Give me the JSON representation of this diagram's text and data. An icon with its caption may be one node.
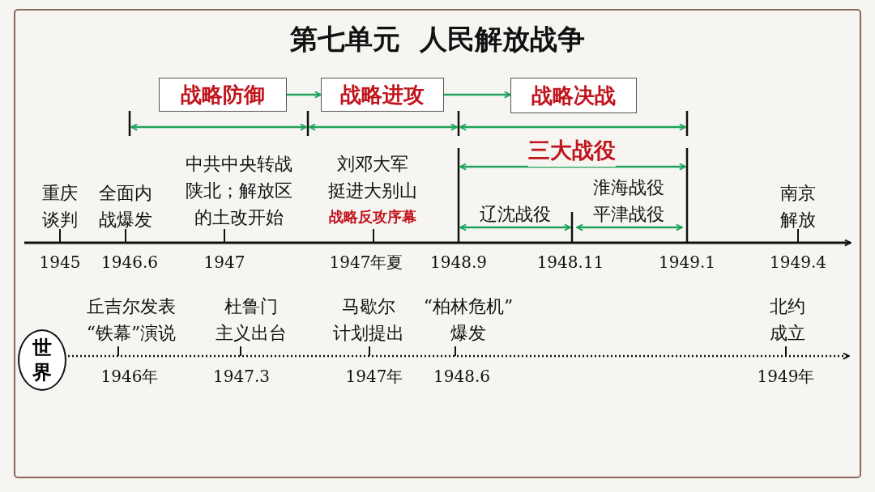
{
  "diagram": {
    "title": "第七单元  人民解放战争",
    "nodes": [
      {
        "text": [
          "战略防御"
        ]
      },
      {
        "text": [
          "战略进攻"
        ]
      },
      {
        "text": [
          "战略决战"
        ]
      },
      {
        "text": [
          "世界"
        ]
      }
    ],
    "edges": [
      {
        "from": 0,
        "to": 1,
        "arrow": "to"
      },
      {
        "from": 1,
        "to": 2,
        "arrow": "to"
      }
    ],
    "labels": [
      "三大战役",
      "重庆谈判",
      "全面内战爆发",
      "中共中央转战陕北；解放区的土改开始",
      "刘邓大军挺进大别山",
      "战略反攻序幕",
      "辽沈战役",
      "淮海战役",
      "平津战役",
      "南京解放",
      "1945",
      "1946.6",
      "1947",
      "1947年夏",
      "1948.9",
      "1948.11",
      "1949.1",
      "1949.4",
      "丘吉尔发表“铁幕”演说",
      "杜鲁门主义出台",
      "马歇尔计划提出",
      "“柏林危机”爆发",
      "北约成立",
      "1946年",
      "1947.3",
      "1947年",
      "1948.6",
      "1949年"
    ]
  }
}
